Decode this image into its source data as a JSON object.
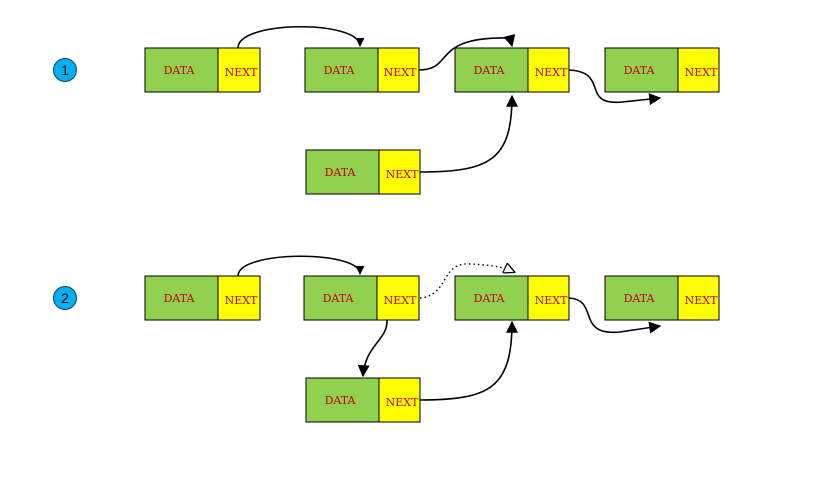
{
  "colors": {
    "data_fill": "#92d050",
    "next_fill": "#ffff00",
    "step_fill": "#00b0f0",
    "text": "#c00000",
    "line": "#000000"
  },
  "labels": {
    "data": "DATA",
    "next": "NEXT"
  },
  "steps": [
    {
      "label": "1"
    },
    {
      "label": "2"
    }
  ],
  "arrow_styles": [
    "solid",
    "solid",
    "solid",
    "solid",
    "solid",
    "dotted",
    "solid",
    "solid",
    "solid"
  ]
}
